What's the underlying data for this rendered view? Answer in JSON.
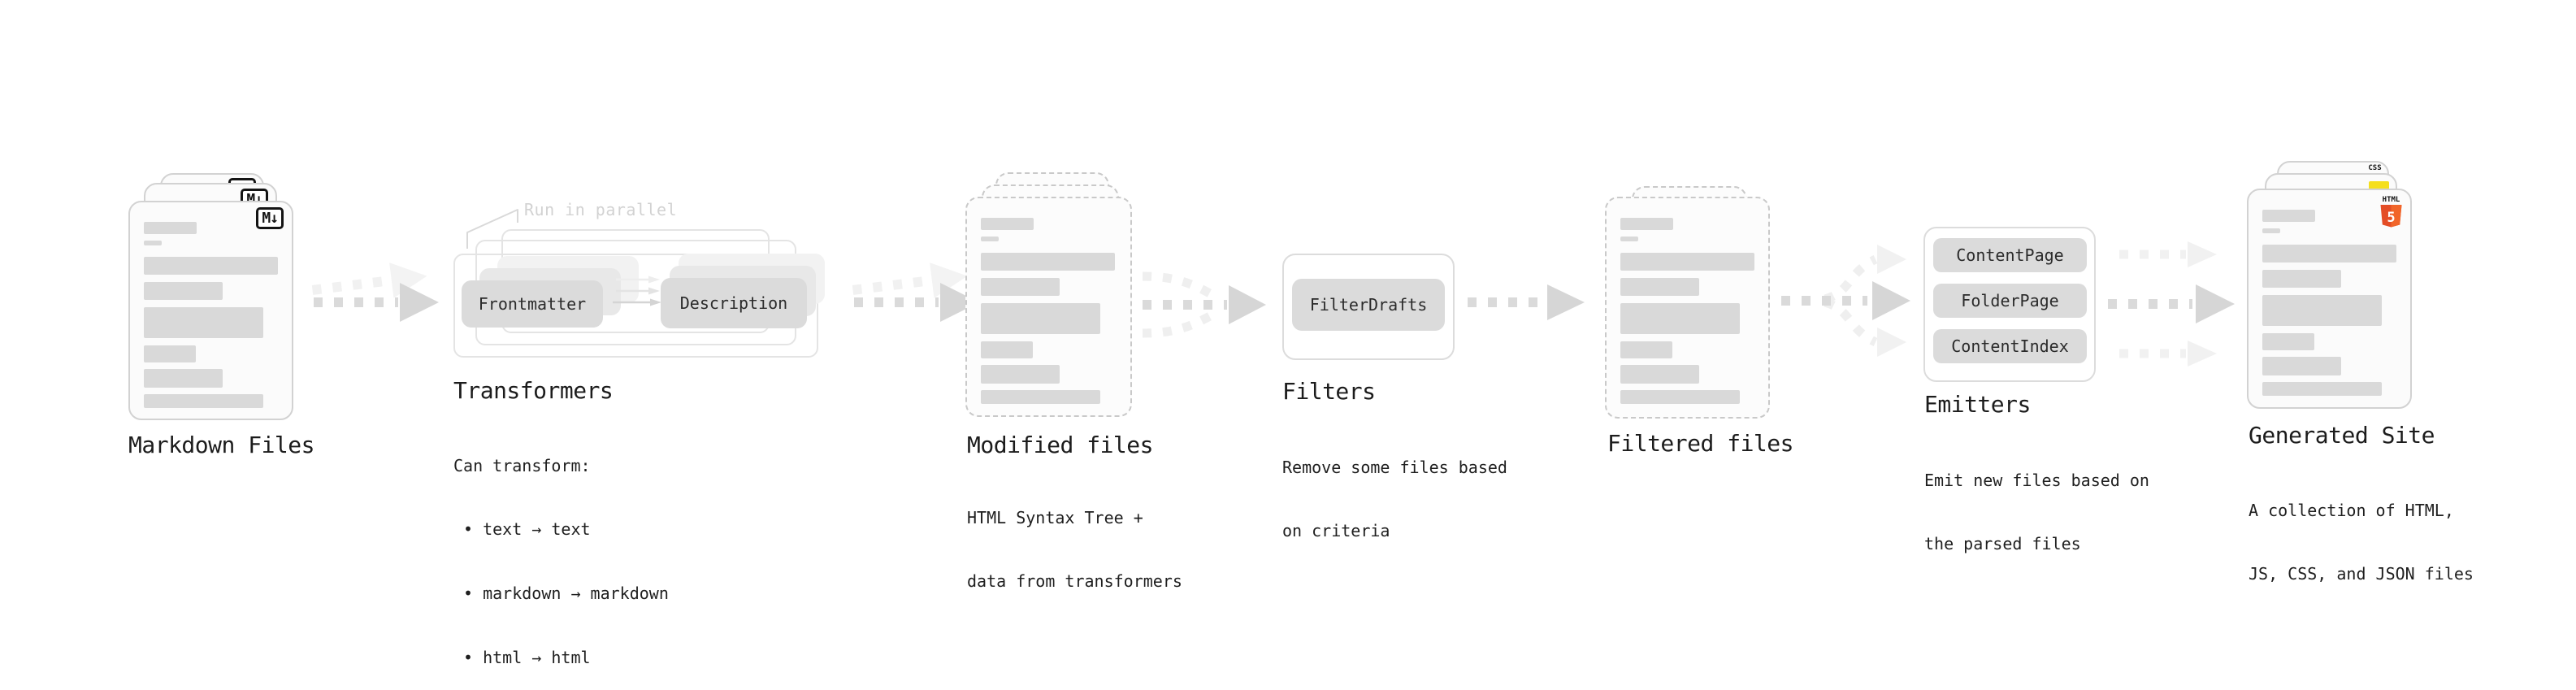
{
  "markdown": {
    "badge": "M↓",
    "title": "Markdown Files"
  },
  "transformers": {
    "annotation": "Run in parallel",
    "frontmatter": "Frontmatter",
    "description": "Description",
    "title": "Transformers",
    "desc_heading": "Can transform:",
    "bullet_1": "• text → text",
    "bullet_2": "• markdown → markdown",
    "bullet_3": "• html → html"
  },
  "modified": {
    "title": "Modified files",
    "desc_line_1": "HTML Syntax Tree +",
    "desc_line_2": "data from transformers"
  },
  "filters": {
    "button": "FilterDrafts",
    "title": "Filters",
    "desc_line_1": "Remove some files based",
    "desc_line_2": "on criteria"
  },
  "filtered": {
    "title": "Filtered files"
  },
  "emitters": {
    "button_1": "ContentPage",
    "button_2": "FolderPage",
    "button_3": "ContentIndex",
    "title": "Emitters",
    "desc_line_1": "Emit new files based on",
    "desc_line_2": "the parsed files"
  },
  "generated": {
    "title": "Generated Site",
    "desc_line_1": "A collection of HTML,",
    "desc_line_2": "JS, CSS, and JSON files",
    "badge_css": "CSS",
    "badge_html_label": "HTML",
    "badge_html_number": "5"
  },
  "colors": {
    "html5_shield": "#e44d26",
    "html5_shield_light": "#f16529",
    "js_badge": "#f5df1e",
    "css_underline": "#2257e7"
  }
}
